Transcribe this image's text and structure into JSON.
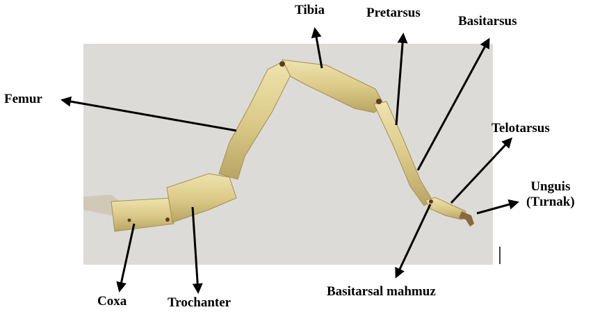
{
  "labels": {
    "tibia": "Tibia",
    "pretarsus": "Pretarsus",
    "basitarsus": "Basitarsus",
    "femur": "Femur",
    "telotarsus": "Telotarsus",
    "unguis_line1": "Unguis",
    "unguis_line2": "(Tırnak)",
    "coxa": "Coxa",
    "trochanter": "Trochanter",
    "basitarsal_mahmuz": "Basitarsal mahmuz"
  },
  "colors": {
    "photo_background": "#dcdbd7",
    "leg_fill": "#d9c98a",
    "leg_shadow": "#b6a35e",
    "arrow": "#000000",
    "label_text": "#000000"
  }
}
